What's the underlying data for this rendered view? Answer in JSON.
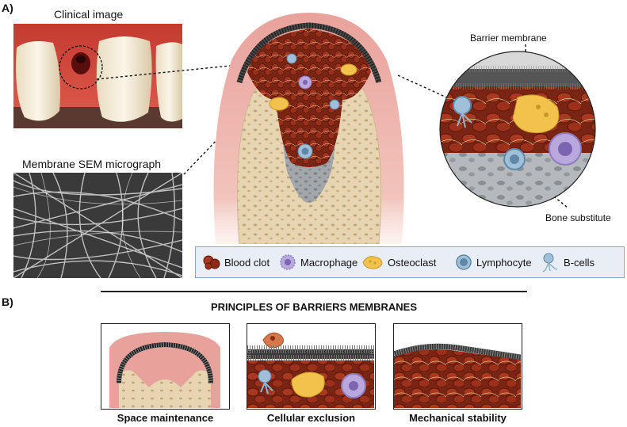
{
  "panel_a": {
    "letter": "A)",
    "clinical_image_label": "Clinical image",
    "sem_label": "Membrane SEM micrograph",
    "barrier_membrane_label": "Barrier membrane",
    "bone_substitute_label": "Bone substitute",
    "legend": [
      {
        "label": "Blood clot",
        "icon": "blood-clot-icon",
        "color": "#8b2a1a"
      },
      {
        "label": "Macrophage",
        "icon": "macrophage-icon",
        "color": "#9a86c9"
      },
      {
        "label": "Osteoclast",
        "icon": "osteoclast-icon",
        "color": "#f2c24a"
      },
      {
        "label": "Lymphocyte",
        "icon": "lymphocyte-icon",
        "color": "#7fa6c4"
      },
      {
        "label": "B-cells",
        "icon": "b-cell-icon",
        "color": "#8fb4d4"
      }
    ]
  },
  "panel_b": {
    "letter": "B)",
    "title": "PRINCIPLES OF BARRIERS MEMBRANES",
    "captions": [
      "Space maintenance",
      "Cellular exclusion",
      "Mechanical stability"
    ]
  },
  "colors": {
    "gum": "#e8a29b",
    "bone": "#e6d5b0",
    "clot": "#8b2a1a",
    "membrane": "#3a3a3a",
    "legend_border": "#8fa6c8",
    "legend_bg": "#e9eef6"
  }
}
